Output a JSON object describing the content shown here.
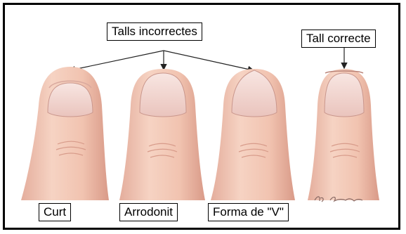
{
  "labels": {
    "incorrect_cuts": "Talls incorrectes",
    "correct_cut": "Tall correcte",
    "short": "Curt",
    "rounded": "Arrodonit",
    "v_shape": "Forma de \"V\""
  },
  "artist_signature": "R. Cemuri",
  "colors": {
    "skin": "#f2c4b0",
    "skin_shadow": "#dc9f8d",
    "nail": "#f3dcd7",
    "nail_edge": "#c9968c",
    "arrow": "#222222"
  }
}
